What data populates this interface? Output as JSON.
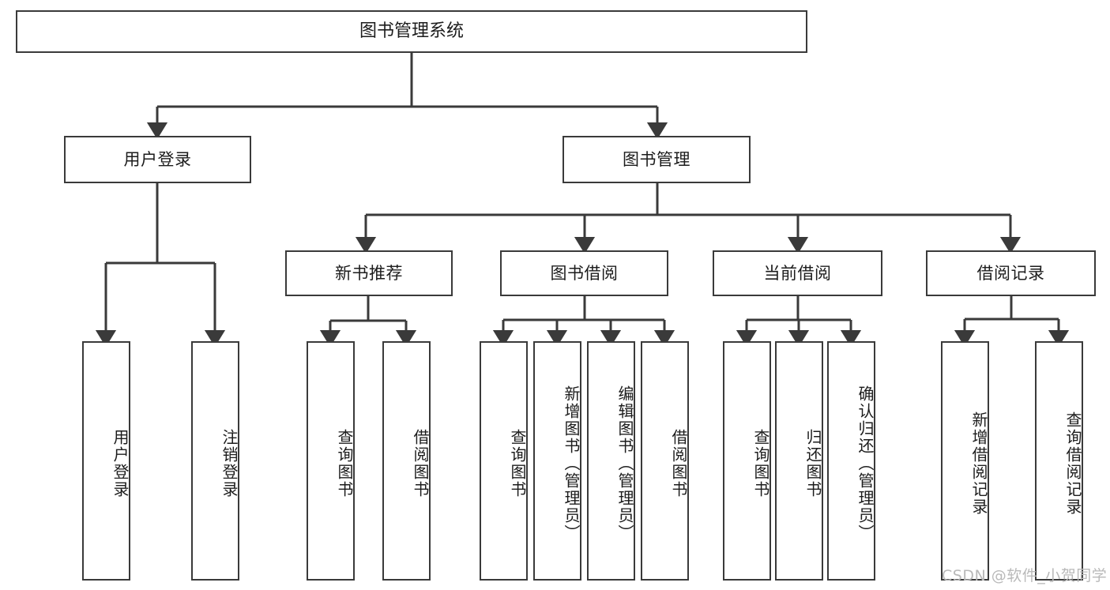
{
  "diagram": {
    "title": "图书管理系统",
    "watermark": "CSDN @软件_小贺同学",
    "stroke_color": "#3a3a3a",
    "text_color": "#1c1c1c",
    "background_color": "#ffffff",
    "watermark_color": "#b9b9b9"
  },
  "nodes": {
    "root": {
      "label": "图书管理系统"
    },
    "tier2": [
      {
        "label": "用户登录"
      },
      {
        "label": "图书管理"
      }
    ],
    "tier3": [
      {
        "label": "新书推荐"
      },
      {
        "label": "图书借阅"
      },
      {
        "label": "当前借阅"
      },
      {
        "label": "借阅记录"
      }
    ],
    "leaves": [
      {
        "label": "用户登录",
        "parent": "用户登录"
      },
      {
        "label": "注销登录",
        "parent": "用户登录"
      },
      {
        "label": "查询图书",
        "parent": "新书推荐"
      },
      {
        "label": "借阅图书",
        "parent": "新书推荐"
      },
      {
        "label": "查询图书",
        "parent": "图书借阅"
      },
      {
        "label": "新增图书（管理员）",
        "parent": "图书借阅"
      },
      {
        "label": "编辑图书（管理员）",
        "parent": "图书借阅"
      },
      {
        "label": "借阅图书",
        "parent": "图书借阅"
      },
      {
        "label": "查询图书",
        "parent": "当前借阅"
      },
      {
        "label": "归还图书",
        "parent": "当前借阅"
      },
      {
        "label": "确认归还（管理员）",
        "parent": "当前借阅"
      },
      {
        "label": "新增借阅记录",
        "parent": "借阅记录"
      },
      {
        "label": "查询借阅记录",
        "parent": "借阅记录"
      }
    ]
  },
  "chart_data": {
    "type": "tree",
    "title": "图书管理系统",
    "root": "图书管理系统",
    "edges": [
      [
        "图书管理系统",
        "用户登录"
      ],
      [
        "图书管理系统",
        "图书管理"
      ],
      [
        "用户登录",
        "用户登录 (leaf)"
      ],
      [
        "用户登录",
        "注销登录"
      ],
      [
        "图书管理",
        "新书推荐"
      ],
      [
        "图书管理",
        "图书借阅"
      ],
      [
        "图书管理",
        "当前借阅"
      ],
      [
        "图书管理",
        "借阅记录"
      ],
      [
        "新书推荐",
        "查询图书"
      ],
      [
        "新书推荐",
        "借阅图书"
      ],
      [
        "图书借阅",
        "查询图书"
      ],
      [
        "图书借阅",
        "新增图书（管理员）"
      ],
      [
        "图书借阅",
        "编辑图书（管理员）"
      ],
      [
        "图书借阅",
        "借阅图书"
      ],
      [
        "当前借阅",
        "查询图书"
      ],
      [
        "当前借阅",
        "归还图书"
      ],
      [
        "当前借阅",
        "确认归还（管理员）"
      ],
      [
        "借阅记录",
        "新增借阅记录"
      ],
      [
        "借阅记录",
        "查询借阅记录"
      ]
    ]
  }
}
